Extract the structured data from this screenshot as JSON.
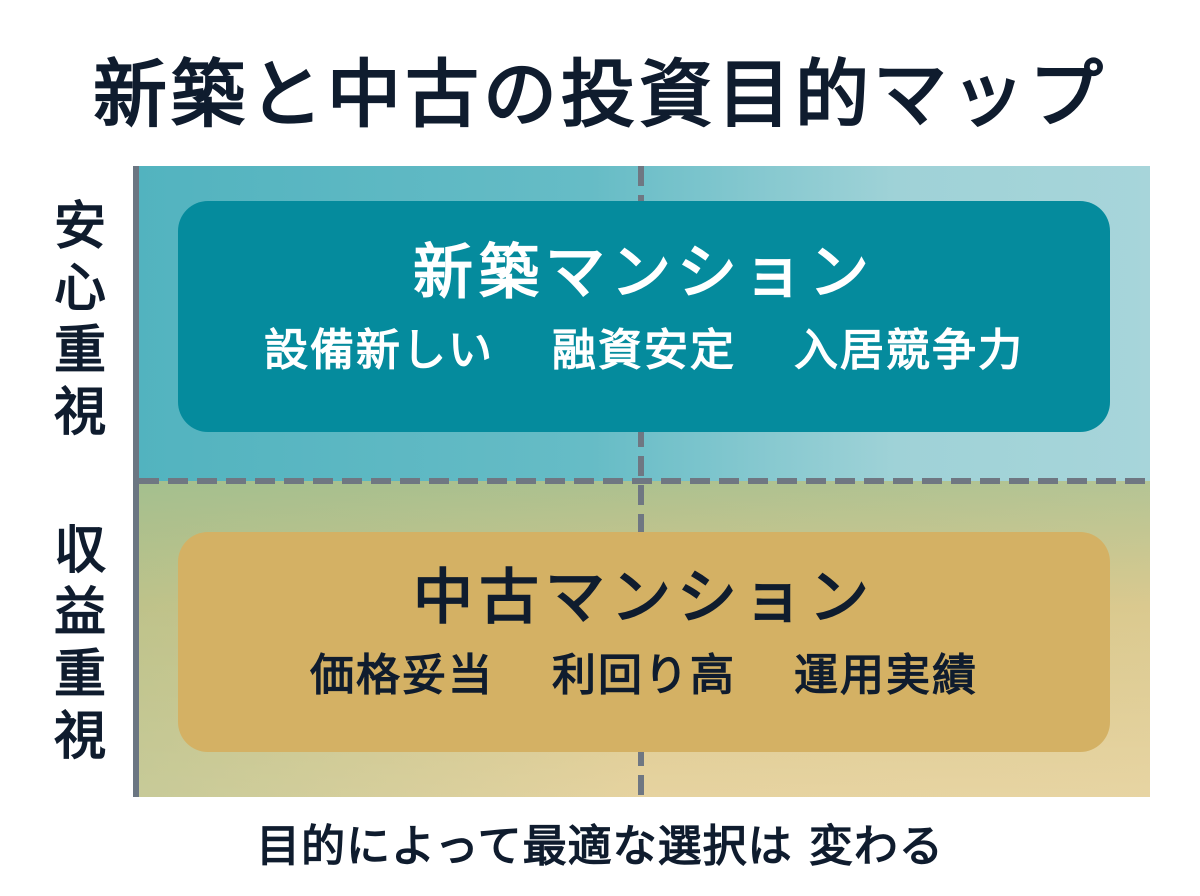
{
  "title": "新築と中古の投資目的マップ",
  "axis": {
    "top_label": [
      "安",
      "心",
      "重",
      "視"
    ],
    "bottom_label": [
      "収",
      "益",
      "重",
      "視"
    ]
  },
  "quadrants": {
    "top": {
      "title": "新築マンション",
      "items": [
        "設備新しい",
        "融資安定",
        "入居競争力"
      ],
      "box_color": "#058b9d",
      "text_color": "#ffffff"
    },
    "bottom": {
      "title": "中古マンション",
      "items": [
        "価格妥当",
        "利回り高",
        "運用実績"
      ],
      "box_color": "#d4b164",
      "text_color": "#0f1c2e"
    }
  },
  "footer": "目的によって最適な選択は 変わる"
}
